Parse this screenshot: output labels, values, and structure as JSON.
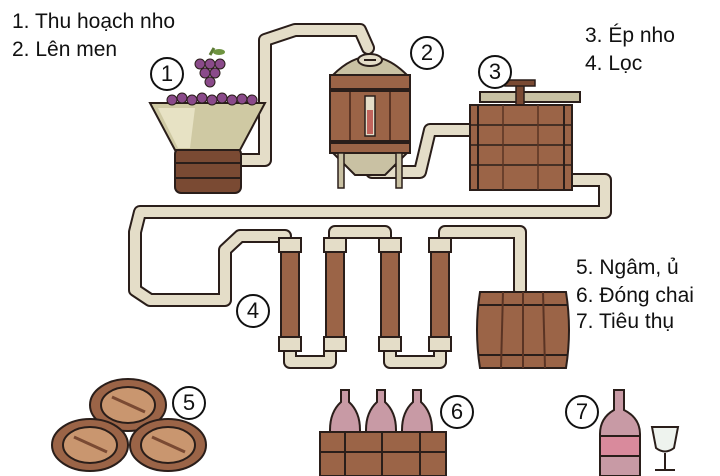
{
  "legend_left": [
    "1. Thu hoạch nho",
    "2. Lên men"
  ],
  "legend_right_top": [
    "3. Ép nho",
    "4. Lọc"
  ],
  "legend_right_mid": [
    "5. Ngâm, ủ",
    "6. Đóng chai",
    "7. Tiêu thụ"
  ],
  "step_numbers": [
    "1",
    "2",
    "3",
    "4",
    "5",
    "6",
    "7"
  ],
  "colors": {
    "wood_dark": "#7a4a33",
    "wood_light": "#9b6447",
    "pipe": "#e4ddc8",
    "hopper": "#cfc9a3",
    "grapes": "#8a4a8a",
    "tank_top": "#c9c1a3",
    "glass_bottle": "#c89aa5",
    "wine_label": "#d98a9c",
    "outline": "#2a1e1a"
  }
}
